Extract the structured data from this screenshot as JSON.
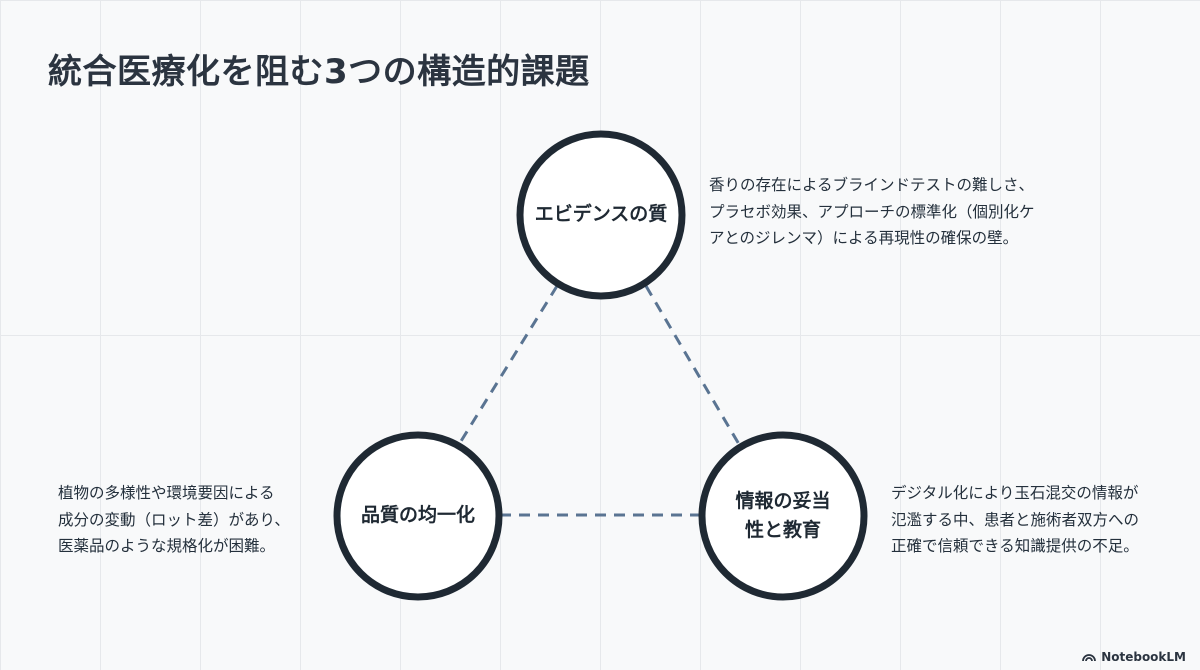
{
  "title": "統合医療化を阻む3つの構造的課題",
  "nodes": {
    "evidence": {
      "label": "エビデンスの質",
      "description": [
        "香りの存在によるブラインドテストの難しさ、",
        "プラセボ効果、アプローチの標準化（個別化ケ",
        "アとのジレンマ）による再現性の確保の壁。"
      ]
    },
    "quality": {
      "label": "品質の均一化",
      "description": [
        "植物の多様性や環境要因による",
        "成分の変動（ロット差）があり、",
        "医薬品のような規格化が困難。"
      ]
    },
    "information": {
      "label_lines": [
        "情報の妥当",
        "性と教育"
      ],
      "description": [
        "デジタル化により玉石混交の情報が",
        "氾濫する中、患者と施術者双方への",
        "正確で信頼できる知識提供の不足。"
      ]
    }
  },
  "colors": {
    "circle_stroke": "#1f2933",
    "connector": "#5a7492",
    "grid": "#e6e8eb"
  },
  "brand": {
    "name": "NotebookLM",
    "icon": "notebooklm-logo-icon"
  }
}
